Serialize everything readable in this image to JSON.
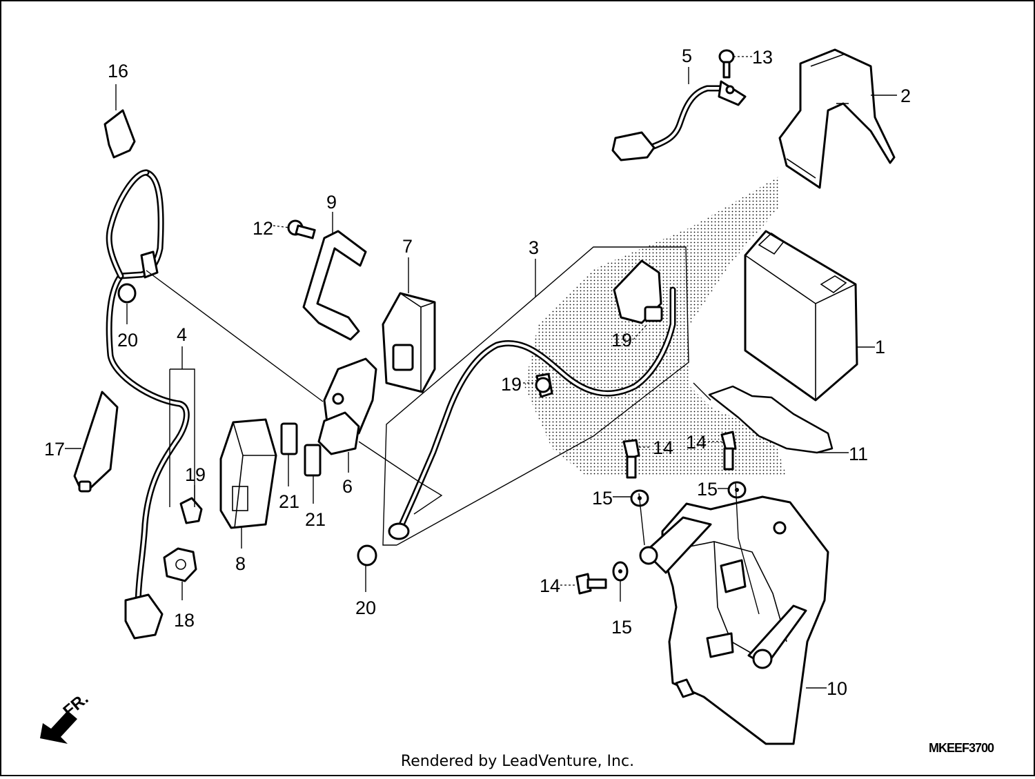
{
  "diagram": {
    "callouts": [
      {
        "id": "c1",
        "text": "1"
      },
      {
        "id": "c2",
        "text": "2"
      },
      {
        "id": "c3",
        "text": "3"
      },
      {
        "id": "c4",
        "text": "4"
      },
      {
        "id": "c5",
        "text": "5"
      },
      {
        "id": "c6",
        "text": "6"
      },
      {
        "id": "c7",
        "text": "7"
      },
      {
        "id": "c8",
        "text": "8"
      },
      {
        "id": "c9",
        "text": "9"
      },
      {
        "id": "c10",
        "text": "10"
      },
      {
        "id": "c11",
        "text": "11"
      },
      {
        "id": "c12",
        "text": "12"
      },
      {
        "id": "c13",
        "text": "13"
      },
      {
        "id": "c14a",
        "text": "14"
      },
      {
        "id": "c14b",
        "text": "14"
      },
      {
        "id": "c14c",
        "text": "14"
      },
      {
        "id": "c15a",
        "text": "15"
      },
      {
        "id": "c15b",
        "text": "15"
      },
      {
        "id": "c15c",
        "text": "15"
      },
      {
        "id": "c16",
        "text": "16"
      },
      {
        "id": "c17",
        "text": "17"
      },
      {
        "id": "c18",
        "text": "18"
      },
      {
        "id": "c19a",
        "text": "19"
      },
      {
        "id": "c19b",
        "text": "19"
      },
      {
        "id": "c19c",
        "text": "19"
      },
      {
        "id": "c20a",
        "text": "20"
      },
      {
        "id": "c20b",
        "text": "20"
      },
      {
        "id": "c21a",
        "text": "21"
      },
      {
        "id": "c21b",
        "text": "21"
      }
    ],
    "front_marker": "FR.",
    "drawing_code": "MKEEF3700",
    "footer": "Rendered by LeadVenture, Inc."
  }
}
